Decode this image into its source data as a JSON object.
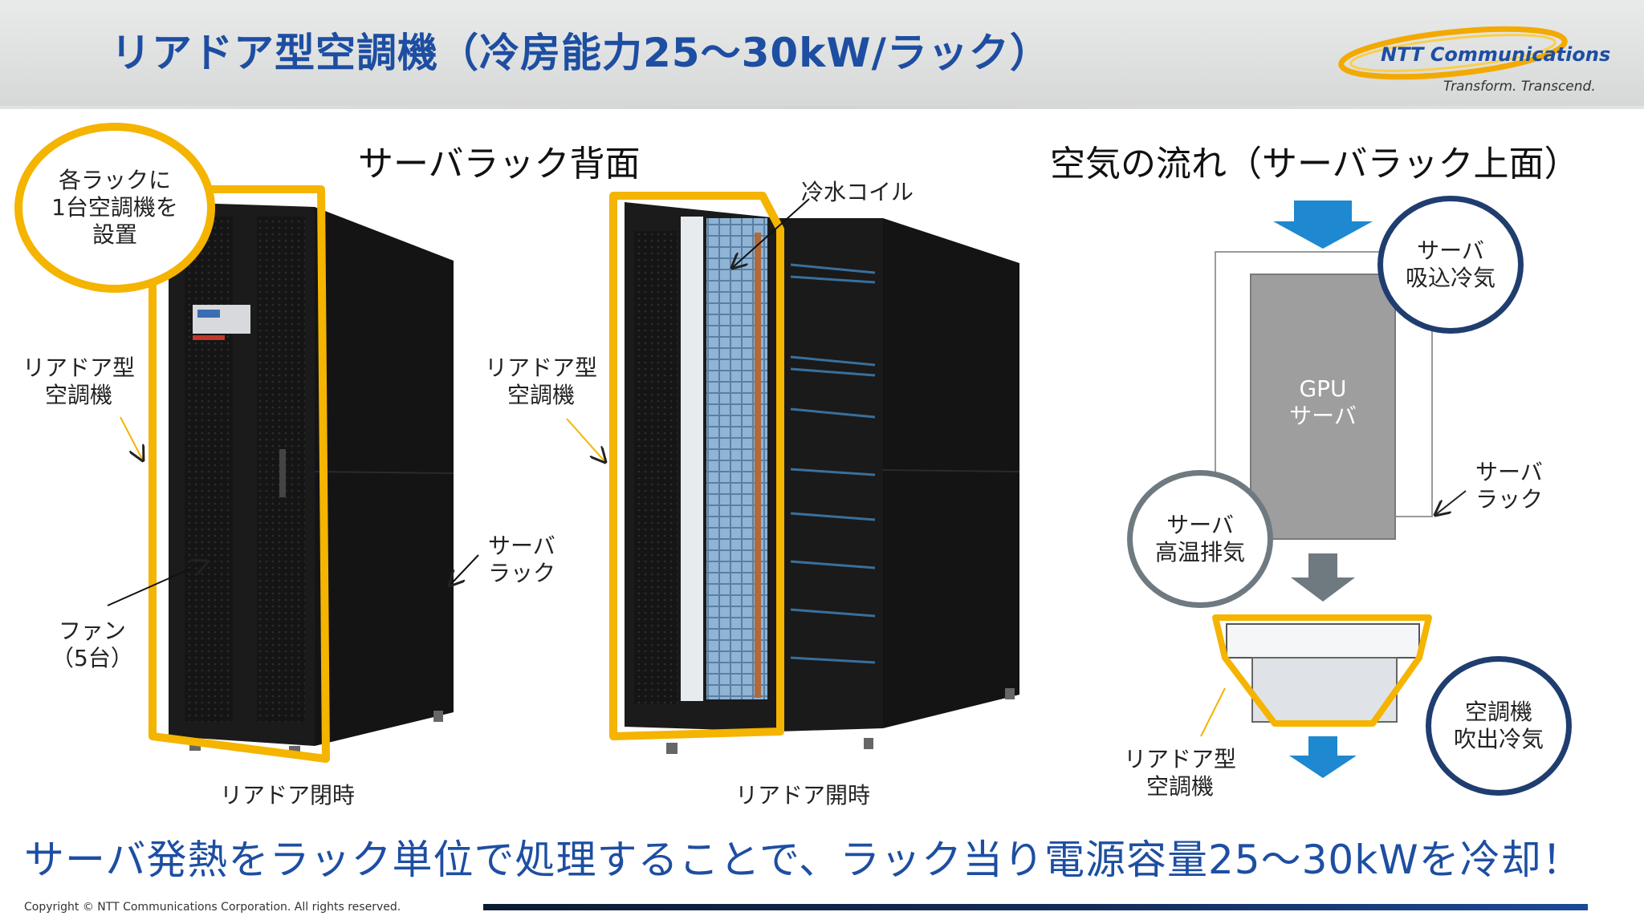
{
  "header": {
    "title": "リアドア型空調機（冷房能力25～30kW/ラック）",
    "logo_text": "NTT Communications",
    "logo_tagline": "Transform. Transcend."
  },
  "sections": {
    "rear_view_title": "サーバラック背面",
    "airflow_title": "空気の流れ（サーバラック上面）"
  },
  "left_panel": {
    "bubble": [
      "各ラックに",
      "1台空調機を",
      "設置"
    ],
    "rear_door_label": [
      "リアドア型",
      "空調機"
    ],
    "fan_label": [
      "ファン",
      "（5台）"
    ],
    "rack_label": [
      "サーバ",
      "ラック"
    ],
    "caption": "リアドア閉時"
  },
  "middle_panel": {
    "coil_label": "冷水コイル",
    "rear_door_label": [
      "リアドア型",
      "空調機"
    ],
    "caption": "リアドア開時"
  },
  "right_panel": {
    "gpu_label": [
      "GPU",
      "サーバ"
    ],
    "intake_bubble": [
      "サーバ",
      "吸込冷気"
    ],
    "exhaust_bubble": [
      "サーバ",
      "高温排気"
    ],
    "outlet_bubble": [
      "空調機",
      "吹出冷気"
    ],
    "rack_label": [
      "サーバ",
      "ラック"
    ],
    "unit_label": [
      "リアドア型",
      "空調機"
    ]
  },
  "colors": {
    "accent_yellow": "#f4b400",
    "brand_blue": "#1d4ea2",
    "arrow_blue": "#1e88d0",
    "arrow_gray": "#6f7a80",
    "bubble_navy": "#1f3d6f"
  },
  "bottom": {
    "message": "サーバ発熱をラック単位で処理することで、ラック当り電源容量25～30kWを冷却！",
    "copyright": "Copyright © NTT Communications Corporation. All rights reserved."
  }
}
